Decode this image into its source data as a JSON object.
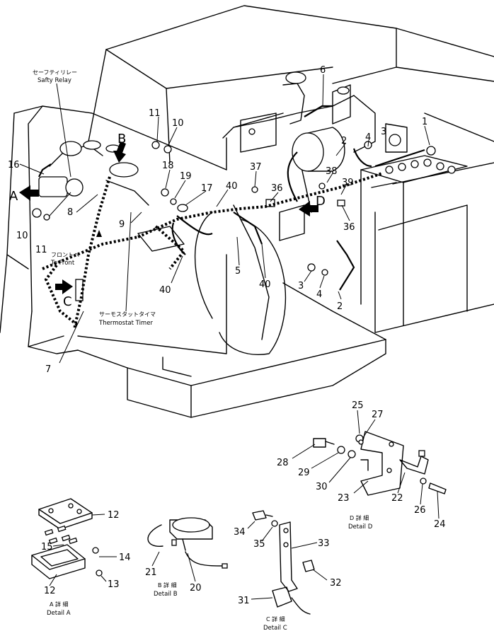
{
  "callouts": {
    "safety_relay_jp": "セーフティリレー",
    "safety_relay_en": "Safty Relay",
    "to_front_jp": "フロントへ",
    "to_front_en": "To Front",
    "thermostat_timer_jp": "サーモスタットタイマ",
    "thermostat_timer_en": "Thermostat Timer"
  },
  "view_letters": {
    "a": "A",
    "b": "B",
    "c": "C",
    "d": "D"
  },
  "part_numbers": {
    "n16": "16",
    "n8": "8",
    "n10_left": "10",
    "n11_left": "11",
    "n9": "9",
    "n7": "7",
    "n11_top": "11",
    "n10_top": "10",
    "n18": "18",
    "n19": "19",
    "n17": "17",
    "n37": "37",
    "n40_a": "40",
    "n36_a": "36",
    "n40_b": "40",
    "n5": "5",
    "n40_c": "40",
    "n6": "6",
    "n2_top": "2",
    "n4_top": "4",
    "n3_top": "3",
    "n1": "1",
    "n38": "38",
    "n39": "39",
    "n36_b": "36",
    "n3_mid": "3",
    "n4_mid": "4",
    "n2_mid": "2",
    "n25": "25",
    "n27": "27",
    "n28": "28",
    "n29": "29",
    "n30": "30",
    "n23": "23",
    "n22": "22",
    "n26": "26",
    "n24": "24",
    "n12_top": "12",
    "n15": "15",
    "n14": "14",
    "n12_bottom": "12",
    "n13": "13",
    "n21": "21",
    "n20": "20",
    "n34": "34",
    "n35": "35",
    "n33": "33",
    "n32": "32",
    "n31": "31"
  },
  "detail_labels": {
    "a_jp": "A 詳 細",
    "a_en": "Detail A",
    "b_jp": "B 詳 細",
    "b_en": "Detail B",
    "c_jp": "C 詳 細",
    "c_en": "Detail C",
    "d_jp": "D 詳 細",
    "d_en": "Detail D"
  }
}
